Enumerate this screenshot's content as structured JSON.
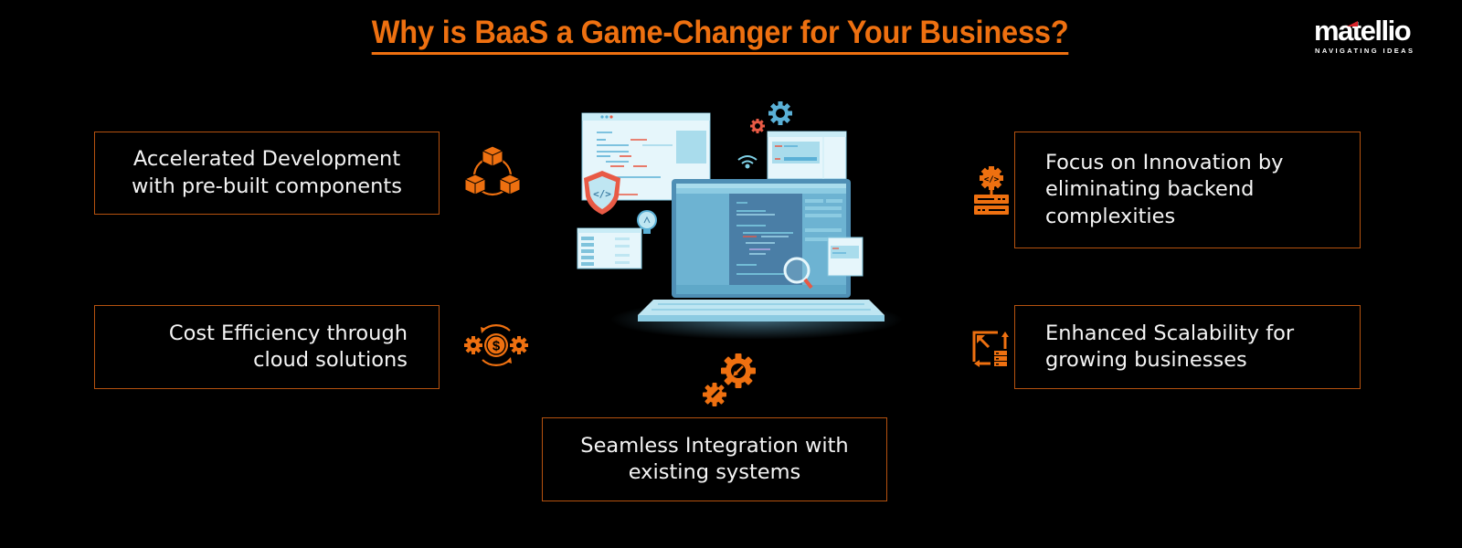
{
  "title": "Why is BaaS a Game-Changer for Your Business?",
  "logo": {
    "name": "matellio",
    "tagline": "NAVIGATING IDEAS"
  },
  "benefits": [
    {
      "id": "accelerated-development",
      "line1": "Accelerated Development",
      "line2": "with pre-built components",
      "icon": "modules-cubes-icon",
      "position": "left-top"
    },
    {
      "id": "cost-efficiency",
      "line1": "Cost Efficiency through",
      "line2": "cloud solutions",
      "icon": "dollar-gears-cycle-icon",
      "position": "left-bottom"
    },
    {
      "id": "focus-innovation",
      "line1": "Focus on Innovation by",
      "line2": "eliminating backend",
      "line3": "complexities",
      "icon": "code-gear-server-icon",
      "position": "right-top"
    },
    {
      "id": "enhanced-scalability",
      "line1": "Enhanced Scalability for",
      "line2": "growing businesses",
      "icon": "scale-arrows-server-icon",
      "position": "right-bottom"
    },
    {
      "id": "seamless-integration",
      "line1": "Seamless Integration with",
      "line2": "existing systems",
      "icon": "integration-gears-icon",
      "position": "bottom-center"
    }
  ],
  "center_illustration": "laptop-code-development-illustration",
  "colors": {
    "background": "#000000",
    "accent": "#ee7010",
    "box_border": "#b5520f",
    "text": "#f4f4f4",
    "illustration_light": "#bfe6f2",
    "illustration_mid": "#5fa8c8",
    "illustration_dark": "#3f7fa5",
    "illustration_red": "#e85a45"
  }
}
